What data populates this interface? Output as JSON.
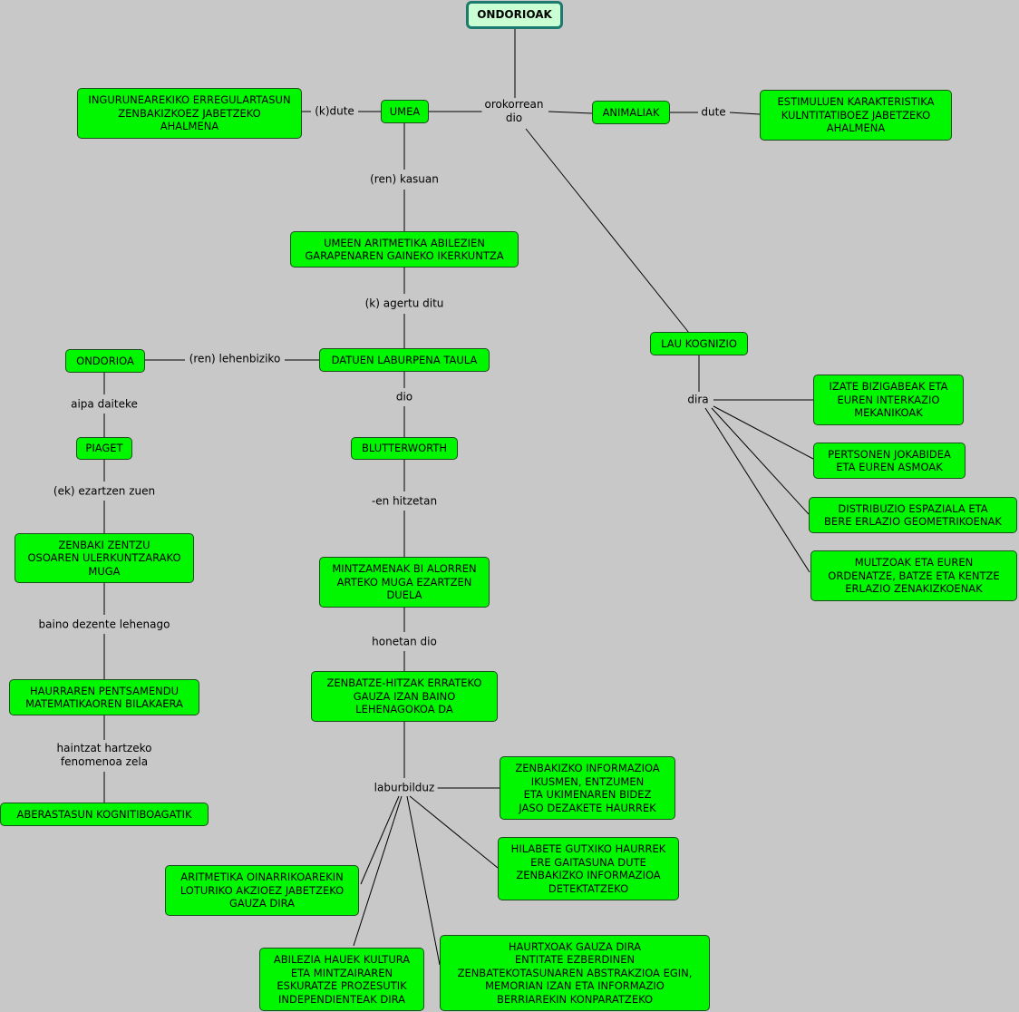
{
  "nodes": {
    "ondorioak": "ONDORIOAK",
    "ingurune": "INGURUNEAREKIKO ERREGULARTASUN\nZENBAKIZKOEZ JABETZEKO\nAHALMENA",
    "umea": "UMEA",
    "animaliak": "ANIMALIAK",
    "estimuluen": "ESTIMULUEN KARAKTERISTIKA\nKULNTITATIBOEZ JABETZEKO\nAHALMENA",
    "umeen_aritmetika": "UMEEN ARITMETIKA ABILEZIEN\nGARAPENAREN GAINEKO IKERKUNTZA",
    "ondorioa": "ONDORIOA",
    "datuen": "DATUEN LABURPENA TAULA",
    "lau_kognizio": "LAU KOGNIZIO",
    "izate": "IZATE BIZIGABEAK ETA\nEUREN INTERKAZIO\nMEKANIKOAK",
    "piaget": "PIAGET",
    "blutterworth": "BLUTTERWORTH",
    "pertsonen": "PERTSONEN JOKABIDEA\nETA EUREN ASMOAK",
    "distribuzio": "DISTRIBUZIO ESPAZIALA ETA\nBERE ERLAZIO GEOMETRIKOENAK",
    "zenbaki_zentzu": "ZENBAKI ZENTZU\nOSOAREN ULERKUNTZARAKO\nMUGA",
    "mintzamenak": "MINTZAMENAK BI ALORREN\nARTEKO MUGA EZARTZEN\nDUELA",
    "multzoak": "MULTZOAK ETA EUREN\nORDENATZE, BATZE ETA KENTZE\nERLAZIO ZENAKIZKOENAK",
    "haurraren": "HAURRAREN PENTSAMENDU\nMATEMATIKAOREN BILAKAERA",
    "zenbatze": "ZENBATZE-HITZAK ERRATEKO\nGAUZA IZAN BAINO\nLEHENAGOKOA DA",
    "aberastasun": "ABERASTASUN KOGNITIBOAGATIK",
    "zenbakizko_info": "ZENBAKIZKO INFORMAZIOA\nIKUSMEN, ENTZUMEN\nETA UKIMENAREN BIDEZ\nJASO DEZAKETE HAURREK",
    "hilabete": "HILABETE GUTXIKO HAURREK\nERE GAITASUNA DUTE\nZENBAKIZKO INFORMAZIOA\nDETEKTATZEKO",
    "aritmetika_oin": "ARITMETIKA OINARRIKOAREKIN\nLOTURIKO AKZIOEZ JABETZEKO\nGAUZA DIRA",
    "abilezia": "ABILEZIA HAUEK KULTURA\nETA MINTZAIRAREN\nESKURATZE PROZESUTIK\nINDEPENDIENTEAK DIRA",
    "haurtxoak": "HAURTXOAK GAUZA DIRA\nENTITATE EZBERDINEN\nZENBATEKOTASUNAREN ABSTRAKZIOA EGIN,\nMEMORIAN IZAN ETA INFORMAZIO\nBERRIAREKIN KONPARATZEKO"
  },
  "labels": {
    "kdute": "(k)dute",
    "orokorrean": "orokorrean\ndio",
    "dute": "dute",
    "ren_kasuan": "(ren) kasuan",
    "k_agertu": "(k) agertu ditu",
    "ren_lehen": "(ren) lehenbiziko",
    "dio": "dio",
    "dira": "dira",
    "aipa": "aipa daiteke",
    "en_hitzetan": "-en hitzetan",
    "ek_ezartzen": "(ek) ezartzen zuen",
    "baino": "baino dezente lehenago",
    "honetan": "honetan dio",
    "haintzat": "haintzat hartzeko\nfenomenoa zela",
    "laburbilduz": "laburbilduz"
  },
  "colors": {
    "background": "#c8c8c8",
    "node_fill": "#00f700",
    "root_fill": "#c9ffd3",
    "root_border": "#1c7a6e",
    "line": "#000000"
  }
}
